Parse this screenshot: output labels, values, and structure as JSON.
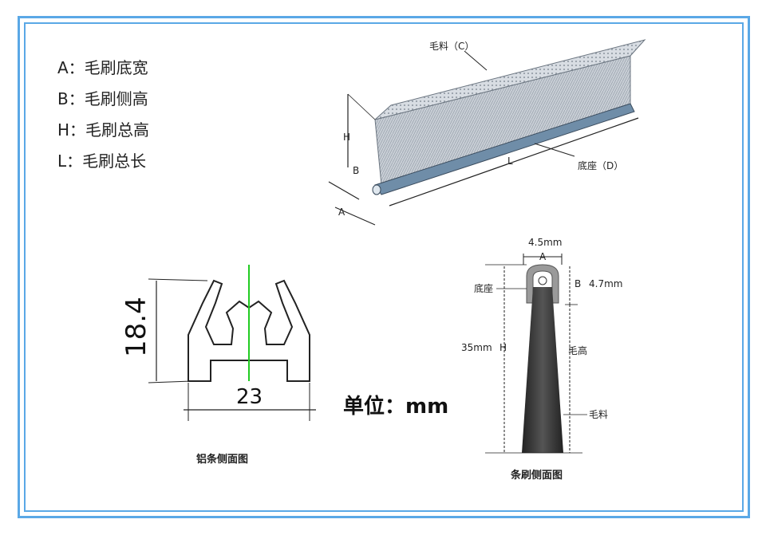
{
  "legend": [
    {
      "key": "A",
      "label": "A：毛刷底宽"
    },
    {
      "key": "B",
      "label": "B：毛刷侧高"
    },
    {
      "key": "H",
      "label": "H：毛刷总高"
    },
    {
      "key": "L",
      "label": "L：毛刷总长"
    }
  ],
  "strip_3d": {
    "fiber_label": "毛料（C）",
    "base_label": "底座（D）",
    "dim_h": "H",
    "dim_b": "B",
    "dim_a": "A",
    "dim_l": "L"
  },
  "aluminum_profile": {
    "height": "18.4",
    "width": "23",
    "unit_label": "单位：mm",
    "caption": "铝条侧面图"
  },
  "brush_side": {
    "width_value": "4.5mm",
    "dim_a": "A",
    "dim_b": "B",
    "b_value": "4.7mm",
    "base_label": "底座",
    "total_value": "35mm",
    "dim_h": "H",
    "bristle_height_label": "毛高",
    "fiber_label": "毛料",
    "caption": "条刷侧面图"
  },
  "colors": {
    "frame": "#5aa8e6",
    "center_line": "#22cc22",
    "base_gray": "#999999"
  }
}
